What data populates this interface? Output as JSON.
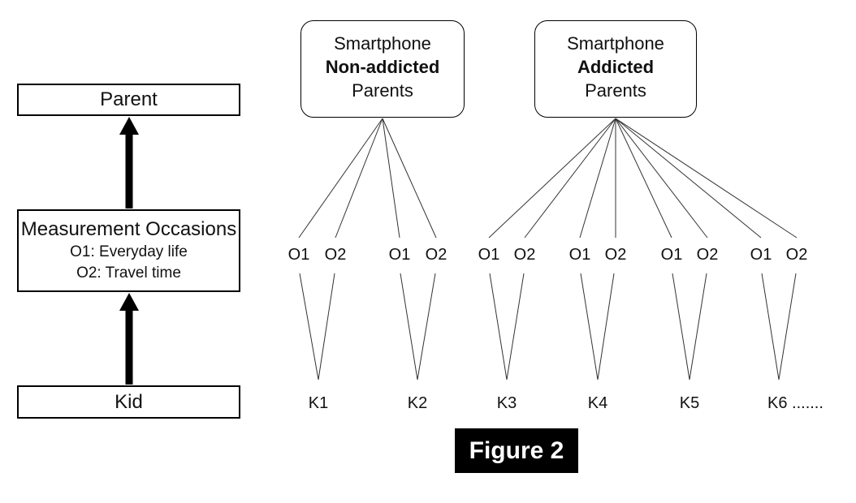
{
  "figure_caption": "Figure 2",
  "left_panel": {
    "parent_label": "Parent",
    "measurement": {
      "title": "Measurement Occasions",
      "line1": "O1: Everyday life",
      "line2": "O2: Travel time"
    },
    "kid_label": "Kid"
  },
  "parent_groups": [
    {
      "line1": "Smartphone",
      "line2": "Non-addicted",
      "line3": "Parents"
    },
    {
      "line1": "Smartphone",
      "line2": "Addicted",
      "line3": "Parents"
    }
  ],
  "occasions": [
    "O1",
    "O2",
    "O1",
    "O2",
    "O1",
    "O2",
    "O1",
    "O2",
    "O1",
    "O2",
    "O1",
    "O2"
  ],
  "kids": [
    "K1",
    "K2",
    "K3",
    "K4",
    "K5",
    "K6 ......."
  ],
  "colors": {
    "line": "#333333",
    "border": "#000000",
    "text": "#111111",
    "caption_bg": "#000000",
    "caption_text": "#ffffff",
    "background": "#ffffff"
  }
}
